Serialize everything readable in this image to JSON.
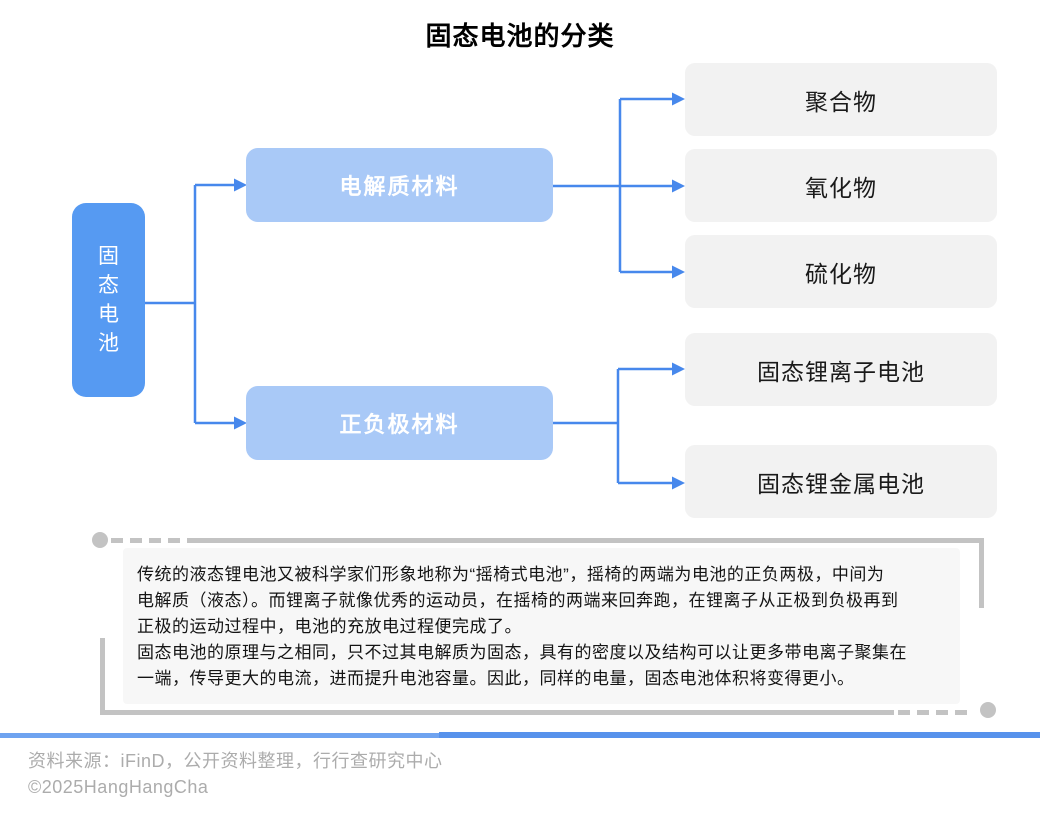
{
  "title": "固态电池的分类",
  "tree": {
    "root": "固态电池",
    "branches": [
      {
        "label": "电解质材料",
        "children": [
          "聚合物",
          "氧化物",
          "硫化物"
        ]
      },
      {
        "label": "正负极材料",
        "children": [
          "固态锂离子电池",
          "固态锂金属电池"
        ]
      }
    ]
  },
  "note": {
    "lines": [
      "传统的液态锂电池又被科学家们形象地称为“摇椅式电池”，摇椅的两端为电池的正负两极，中间为",
      "电解质（液态）。而锂离子就像优秀的运动员，在摇椅的两端来回奔跑，在锂离子从正极到负极再到",
      "正极的运动过程中，电池的充放电过程便完成了。",
      "固态电池的原理与之相同，只不过其电解质为固态，具有的密度以及结构可以让更多带电离子聚集在",
      "一端，传导更大的电流，进而提升电池容量。因此，同样的电量，固态电池体积将变得更小。"
    ]
  },
  "footer": {
    "source": "资料来源：iFinD，公开资料整理，行行查研究中心",
    "copyright": "©2025HangHangCha"
  },
  "colors": {
    "root_node": "#569AF2",
    "branch_node": "#A9C9F7",
    "connector": "#4788EC",
    "leaf_node_bg": "#F2F2F2",
    "note_bg": "#F7F7F7",
    "frame_gray": "#C3C3C3",
    "divider_blue": "#5792EC",
    "footer_text": "#ACACAC"
  }
}
